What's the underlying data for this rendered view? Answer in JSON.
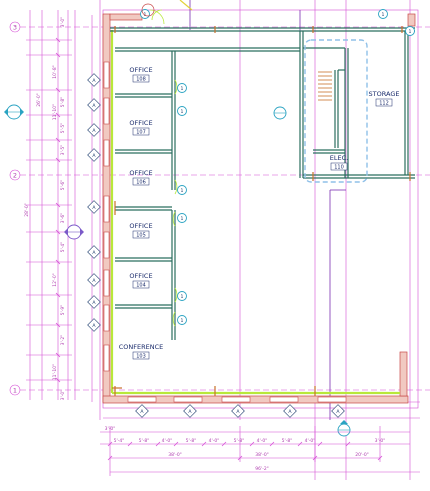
{
  "grid_labels": [
    "3",
    "2",
    "1"
  ],
  "rooms": [
    {
      "name": "OFFICE",
      "number": "108"
    },
    {
      "name": "OFFICE",
      "number": "107"
    },
    {
      "name": "OFFICE",
      "number": "106"
    },
    {
      "name": "OFFICE",
      "number": "105"
    },
    {
      "name": "OFFICE",
      "number": "104"
    },
    {
      "name": "CONFERENCE",
      "number": "103"
    },
    {
      "name": "STORAGE",
      "number": "112"
    },
    {
      "name": "ELEC.",
      "number": "110"
    }
  ],
  "wall_tag_letter": "A",
  "door_tag_letter": "1",
  "left_dims": [
    "3'-0\"",
    "10'-8\"",
    "5'-8\"",
    "11'-10\"",
    "5'-5\"",
    "3'-5\"",
    "5'-6\"",
    "3'-6\"",
    "5'-4\"",
    "12'-0\"",
    "5'-9\"",
    "3'-2\"",
    "11'-10\"",
    "3'-0\""
  ],
  "left_overall_dims": [
    "26'-0\"",
    "28'-0\""
  ],
  "bottom_dims": [
    "3'-0\"",
    "5'-4\"",
    "5'-8\"",
    "4'-0\"",
    "5'-8\"",
    "4'-0\"",
    "5'-8\"",
    "4'-0\"",
    "5'-8\"",
    "4'-0\"",
    "3'-0\""
  ],
  "bottom_overall_dims": [
    "38'-0\"",
    "38'-0\"",
    "20'-0\"",
    "96'-2\""
  ],
  "colors": {
    "grid": "#d64fd6",
    "wall": "#2b6f5f",
    "wall_highlight": "#b8e83a",
    "masonry": "#f1c9c1",
    "masonry_edge": "#c84848",
    "tags": "#2aa3c2",
    "room_text": "#1a2b6b"
  }
}
